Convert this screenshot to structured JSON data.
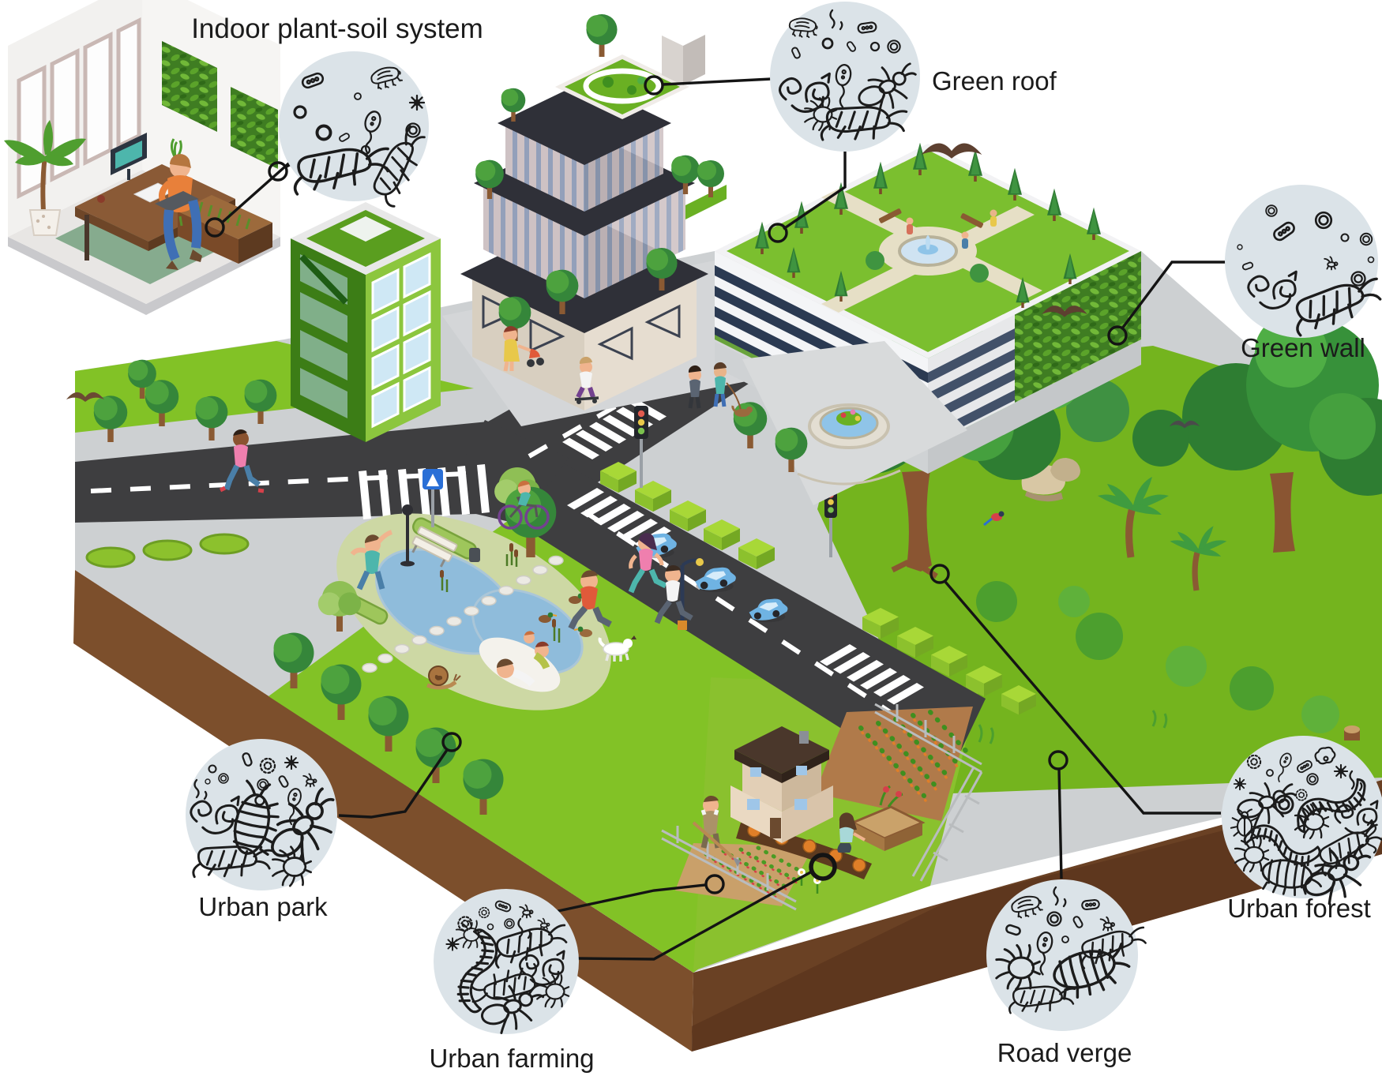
{
  "figure": {
    "kind": "isometric urban soil biodiversity illustration",
    "background": "#ffffff"
  },
  "callouts": [
    {
      "id": "indoor",
      "label": "Indoor plant-soil system",
      "organisms": [
        "bacteria-rod",
        "tardigrade",
        "fungal-spore",
        "cocci",
        "flagellate",
        "springtail",
        "springtail"
      ]
    },
    {
      "id": "green_roof",
      "label": "Green roof",
      "organisms": [
        "tardigrade",
        "bacteria-rod",
        "nematodes",
        "flagellate",
        "ant",
        "mite",
        "springtail"
      ]
    },
    {
      "id": "green_wall",
      "label": "Green wall",
      "organisms": [
        "bacteria-rod",
        "cocci",
        "rings",
        "nematodes",
        "fly",
        "springtail"
      ]
    },
    {
      "id": "urban_park",
      "label": "Urban park",
      "organisms": [
        "cocci",
        "bacteria-rod",
        "fungal-spores",
        "nematodes",
        "woodlouse",
        "ant",
        "springtail",
        "mite"
      ]
    },
    {
      "id": "urban_farming",
      "label": "Urban farming",
      "organisms": [
        "fungal-spores",
        "bacteria",
        "cocci",
        "earthworm",
        "springtails",
        "nematodes",
        "ants",
        "mite",
        "flies"
      ]
    },
    {
      "id": "road_verge",
      "label": "Road verge",
      "organisms": [
        "tardigrade",
        "bacteria",
        "flagellates",
        "mite",
        "woodlouse",
        "springtails"
      ]
    },
    {
      "id": "urban_forest",
      "label": "Urban forest",
      "organisms": [
        "fungal-spores",
        "bacteria",
        "cocci",
        "flagellates",
        "earthworms",
        "ants",
        "beetle",
        "mites",
        "nematodes",
        "springtails",
        "woodlouse"
      ]
    }
  ],
  "colors": {
    "callout_fill": "#dbe3e8",
    "line_art": "#1c1c1c",
    "leader": "#141414",
    "grass": "#82c226",
    "forest_floor": "#74b41e",
    "asphalt": "#3e3e40",
    "sidewalk": "#cdd0d2",
    "soil_front": "#7c4f2c",
    "soil_side": "#6a4124",
    "pond": "#8fbcdb",
    "hedge": "#a6d83a",
    "green_building": "#8cc63e",
    "navy_band": "#2b3a52"
  }
}
